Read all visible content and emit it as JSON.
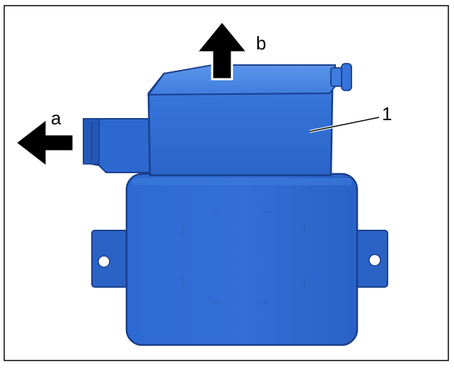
{
  "figure": {
    "labels": {
      "arrow_a": "a",
      "arrow_b": "b",
      "callout_1": "1"
    },
    "colors": {
      "component_blue": "#2f6fd0",
      "component_dark": "#1a3f8c",
      "component_light": "#4a86e0",
      "arrow": "#000000",
      "frame": "#000000",
      "background": "#ffffff"
    },
    "icons": {
      "arrow_a": "arrow-left-icon",
      "arrow_b": "arrow-up-icon"
    }
  }
}
